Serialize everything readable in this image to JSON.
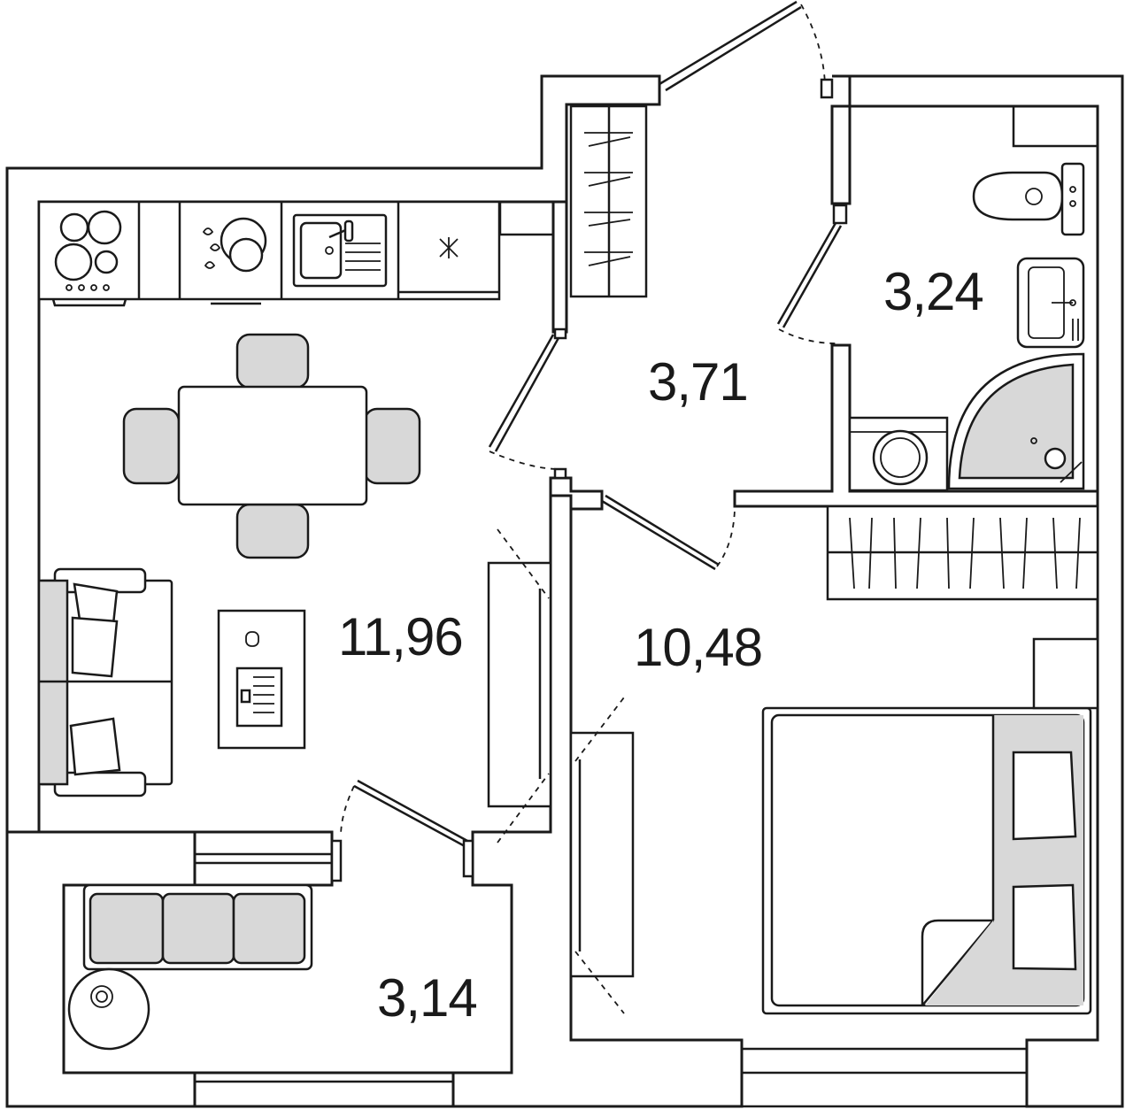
{
  "rooms": [
    {
      "id": "kitchen-living",
      "area": "11,96"
    },
    {
      "id": "hallway",
      "area": "3,71"
    },
    {
      "id": "bathroom",
      "area": "3,24"
    },
    {
      "id": "bedroom",
      "area": "10,48"
    },
    {
      "id": "balcony",
      "area": "3,14"
    }
  ],
  "colors": {
    "wall": "#1a1a1a",
    "furniture_fill": "#d8d8d8",
    "background": "#ffffff"
  }
}
